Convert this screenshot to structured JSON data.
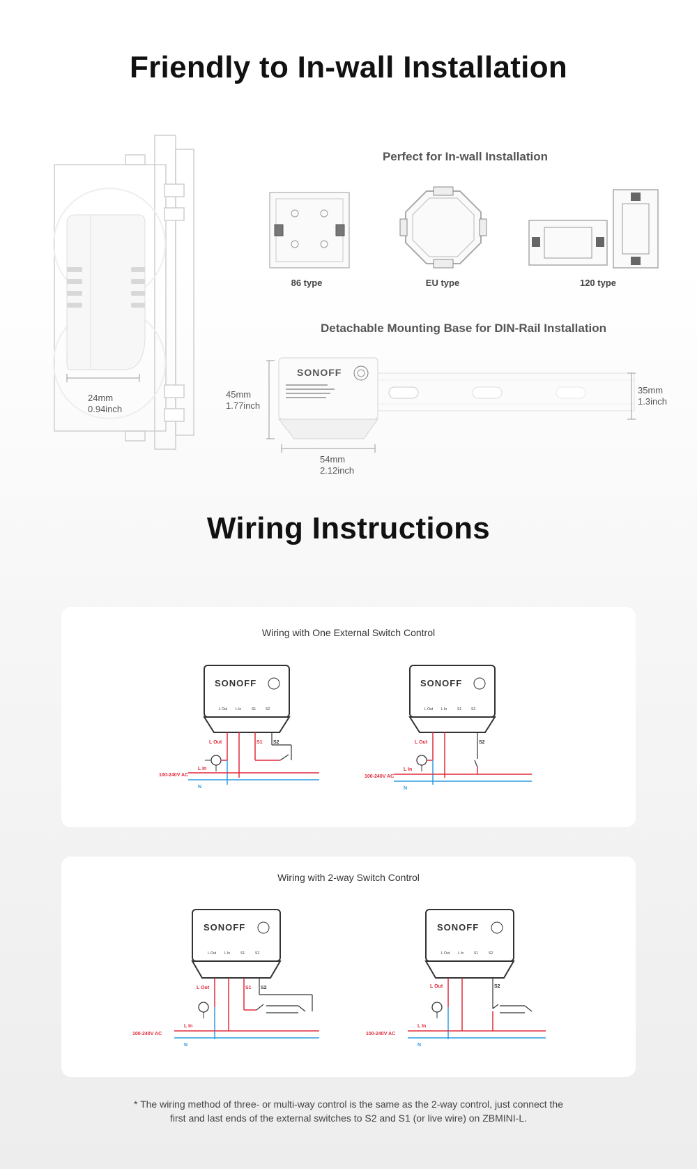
{
  "install": {
    "title": "Friendly to In-wall Installation",
    "perfect_title": "Perfect for In-wall Installation",
    "box_types": [
      "86 type",
      "EU type",
      "120 type"
    ],
    "side_dim": {
      "mm": "24mm",
      "inch": "0.94inch"
    },
    "din_title": "Detachable Mounting Base for DIN-Rail Installation",
    "din_height": {
      "mm": "45mm",
      "inch": "1.77inch"
    },
    "din_width": {
      "mm": "54mm",
      "inch": "2.12inch"
    },
    "rail_height": {
      "mm": "35mm",
      "inch": "1.3inch"
    },
    "brand": "SONOFF"
  },
  "wiring": {
    "title": "Wiring Instructions",
    "card1_title": "Wiring with One External Switch Control",
    "card2_title": "Wiring with 2-way Switch Control",
    "labels": {
      "l_out": "L Out",
      "l_in": "L In",
      "s1": "S1",
      "s2": "S2",
      "n": "N",
      "voltage": "100-240V AC",
      "term_lout": "L Out",
      "term_lin": "L In",
      "term_s1": "S1",
      "term_s2": "S2"
    },
    "footnote_line1": "* The wiring method of three- or multi-way control is the same as the 2-way control, just connect the",
    "footnote_line2": "first and last ends of the external switches to S2 and S1 (or live wire) on ZBMINI-L."
  },
  "colors": {
    "live": "#e02a3a",
    "neutral": "#2f9be0",
    "dark": "#333333"
  }
}
